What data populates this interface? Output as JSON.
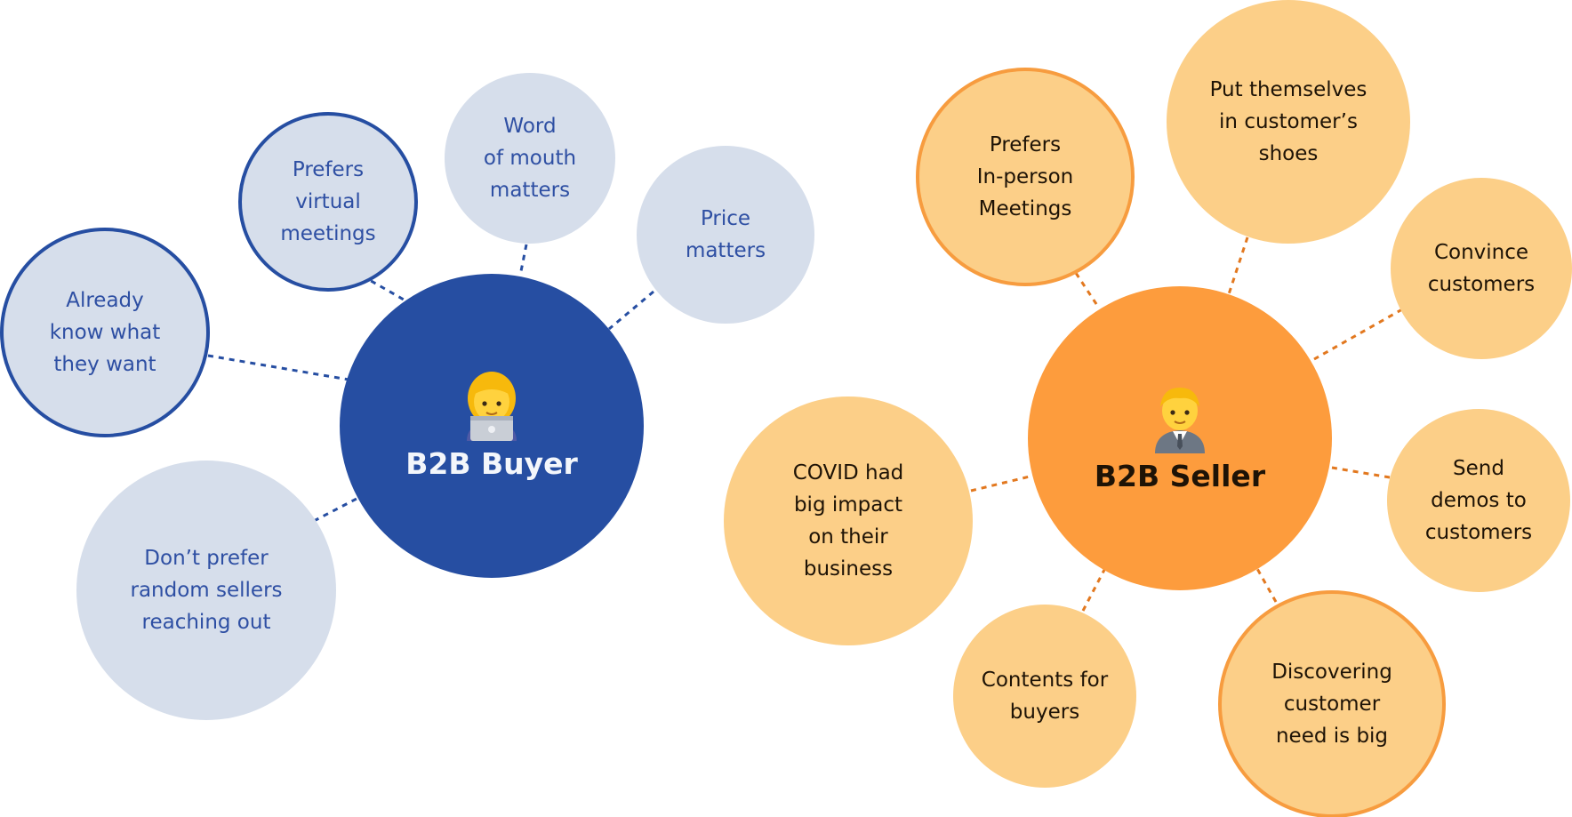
{
  "colors": {
    "buyer_hub": "#264ea2",
    "buyer_bubble": "#d6deeb",
    "buyer_text": "#2e4fa3",
    "seller_hub": "#fd9c3d",
    "seller_bubble": "#fccf88",
    "seller_ring": "#f79c3f",
    "seller_text": "#1e1306",
    "connector_buyer": "#264ea2",
    "connector_seller": "#e2781f"
  },
  "buyer": {
    "icon": "woman-technologist-icon",
    "title": "B2B Buyer",
    "bubbles": [
      {
        "text": "Prefers\nvirtual\nmeetings"
      },
      {
        "text": "Word\nof mouth\nmatters"
      },
      {
        "text": "Price\nmatters"
      },
      {
        "text": "Already\nknow what\nthey want"
      },
      {
        "text": "Don’t prefer\nrandom sellers\nreaching out"
      }
    ]
  },
  "seller": {
    "icon": "office-worker-icon",
    "title": "B2B Seller",
    "bubbles": [
      {
        "text": "Prefers\nIn-person\nMeetings"
      },
      {
        "text": "Put themselves\nin customer’s\nshoes"
      },
      {
        "text": "Convince\ncustomers"
      },
      {
        "text": "Send\ndemos to\ncustomers"
      },
      {
        "text": "Discovering\ncustomer\nneed is big"
      },
      {
        "text": "Contents for\nbuyers"
      },
      {
        "text": "COVID had\nbig impact\non their\nbusiness"
      }
    ]
  }
}
